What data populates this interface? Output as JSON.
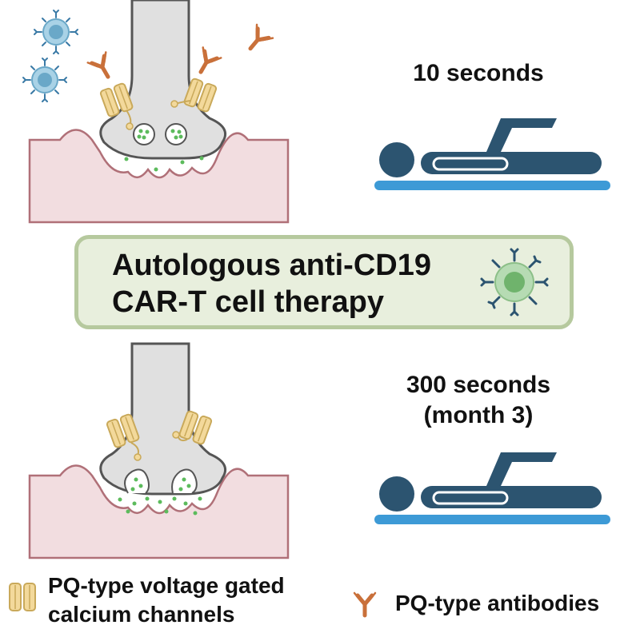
{
  "top_panel": {
    "time_label": "10 seconds"
  },
  "bottom_panel": {
    "time_label_line1": "300 seconds",
    "time_label_line2": "(month 3)"
  },
  "center_box": {
    "line1": "Autologous anti-CD19",
    "line2": "CAR-T cell therapy"
  },
  "legend": {
    "channel_line1": "PQ-type voltage gated",
    "channel_line2": "calcium channels",
    "antibody_label": "PQ-type antibodies"
  },
  "colors": {
    "muscle": "#f2dde0",
    "muscle_edge": "#b07078",
    "neuron_fill": "#e0e0e0",
    "neuron_edge": "#555555",
    "patient": "#2c5470",
    "bed": "#3d9ad6",
    "channel": "#f3d99b",
    "antibody": "#c9703a",
    "vesicle_green": "#5cbb5c",
    "box_fill": "#e8efdd",
    "box_edge": "#b6c99e"
  }
}
